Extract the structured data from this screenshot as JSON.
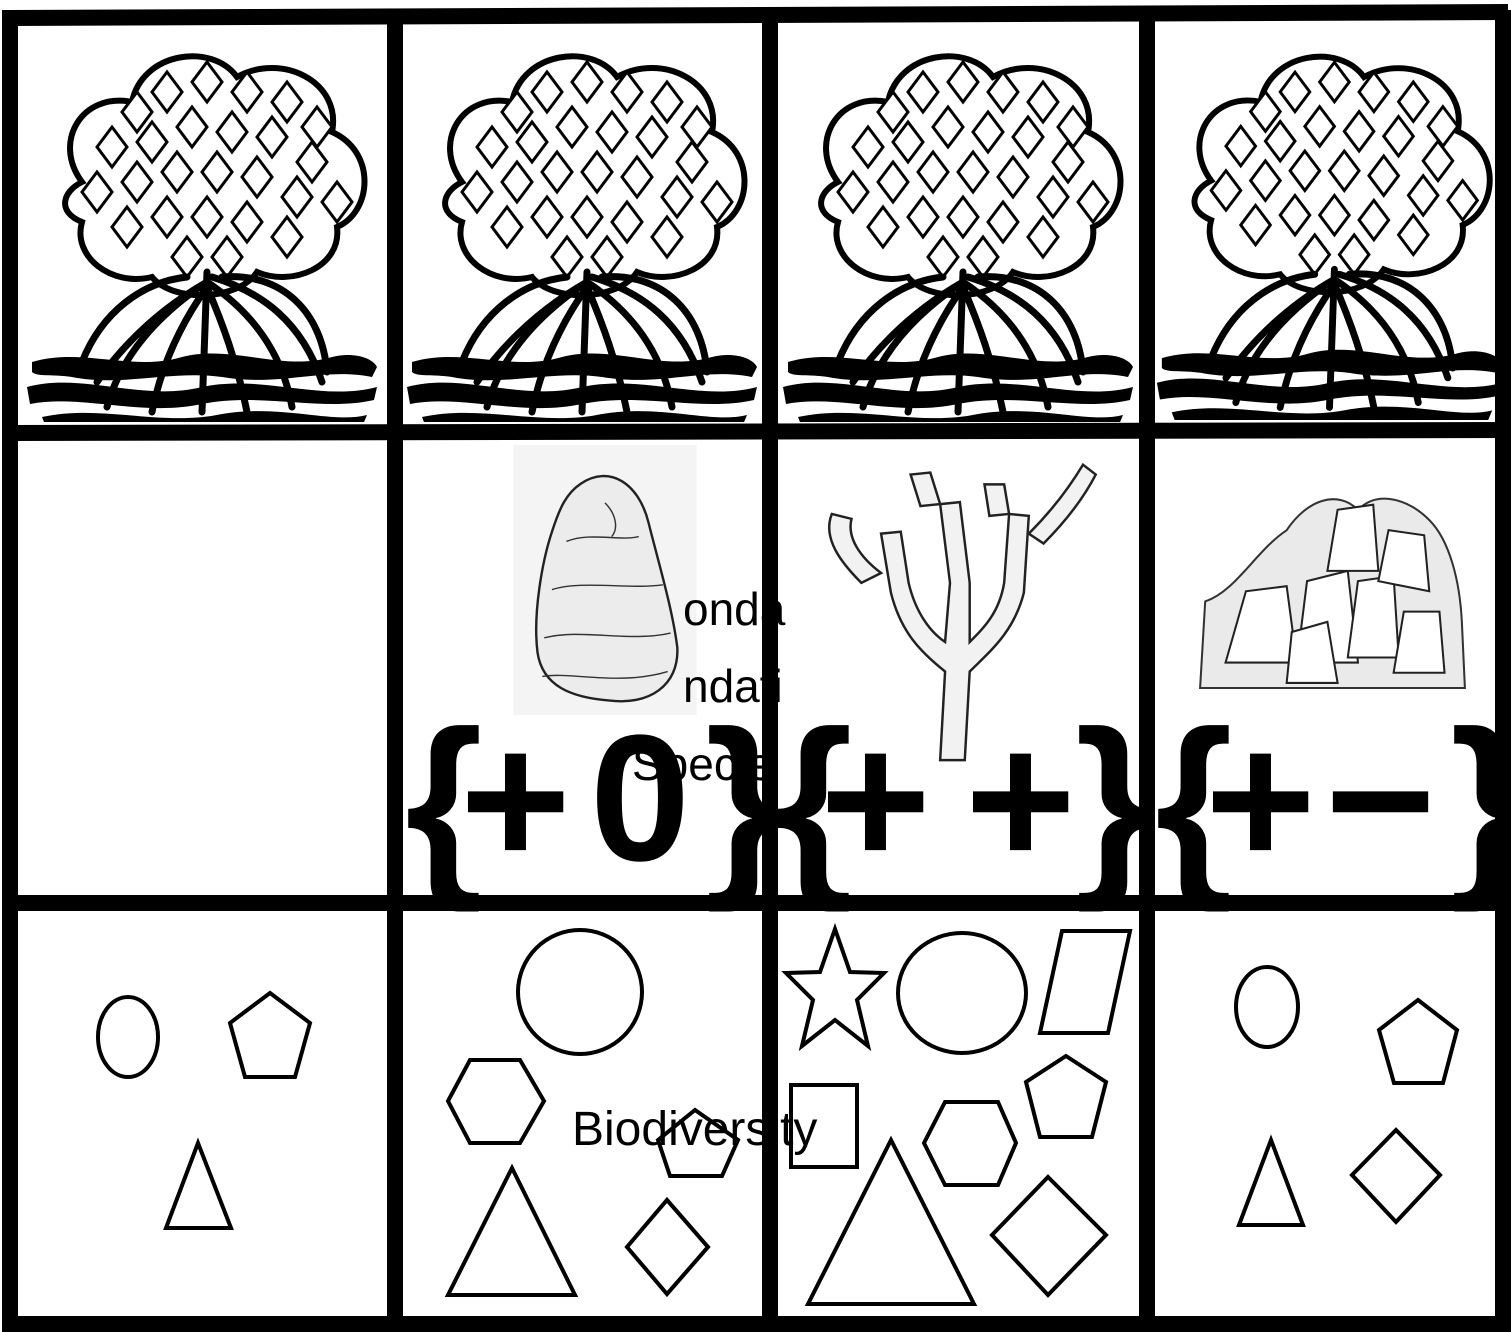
{
  "labels": {
    "secondary_foundation_species_fragment_1": "onda",
    "secondary_foundation_species_fragment_2": "ndati",
    "secondary_foundation_species_fragment_3": "Specie",
    "biodiversity": "Biodiversity"
  },
  "interactions": [
    {
      "sign_left": "+",
      "sign_right": "0"
    },
    {
      "sign_left": "+",
      "sign_right": "+"
    },
    {
      "sign_left": "+",
      "sign_right": "−"
    }
  ],
  "rows": {
    "foundation_species": {
      "icon": "mangrove-tree-icon",
      "count": 4
    },
    "secondary_foundation_species": {
      "icons": [
        "none",
        "oyster-icon",
        "sponge-icon",
        "barnacle-icon"
      ]
    },
    "biodiversity": {
      "icons": [
        "shapes-set-1",
        "shapes-set-2",
        "shapes-set-3",
        "shapes-set-4"
      ]
    }
  }
}
